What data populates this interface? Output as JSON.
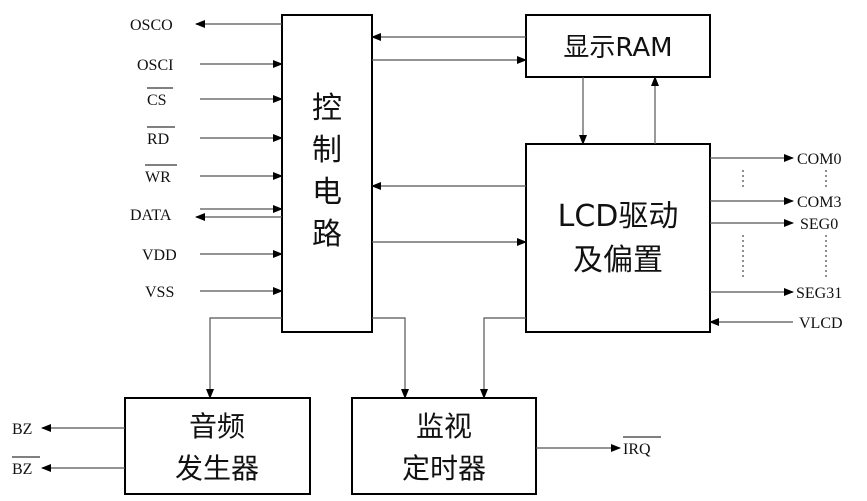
{
  "blocks": {
    "control": [
      "控",
      "制",
      "电",
      "路"
    ],
    "display_ram": "显示RAM",
    "lcd_driver": [
      "LCD驱动",
      "及偏置"
    ],
    "audio": [
      "音频",
      "发生器"
    ],
    "watchdog": [
      "监视",
      "定时器"
    ]
  },
  "pins": {
    "osco": "OSCO",
    "osci": "OSCI",
    "cs": "CS",
    "rd": "RD",
    "wr": "WR",
    "data": "DATA",
    "vdd": "VDD",
    "vss": "VSS",
    "com0": "COM0",
    "com3": "COM3",
    "seg0": "SEG0",
    "seg31": "SEG31",
    "vlcd": "VLCD",
    "bz": "BZ",
    "bz_bar": "BZ",
    "irq": "IRQ"
  }
}
